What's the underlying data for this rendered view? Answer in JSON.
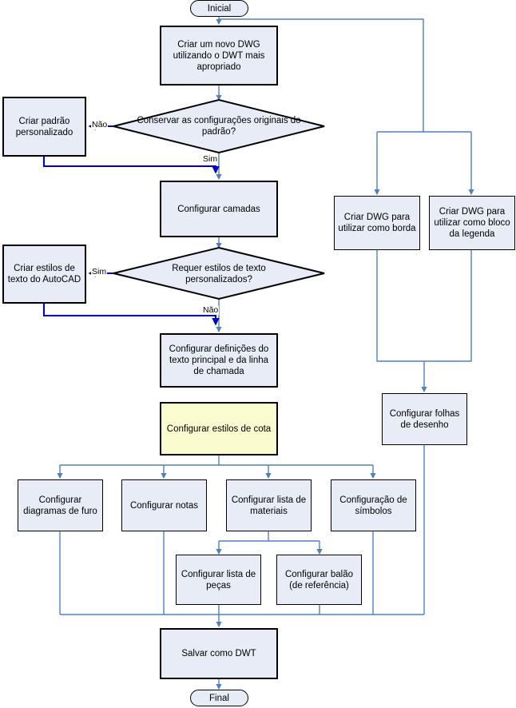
{
  "diagram": {
    "title": "Fluxo de criacao de DWT AutoCAD",
    "colors": {
      "node_fill": "#e8ecf6",
      "node_highlight_fill": "#fbfbd0",
      "node_border": "#000000",
      "connector_blue": "#4f81bd",
      "connector_bold_blue": "#0000cc",
      "background": "#ffffff"
    },
    "terminators": {
      "start": "Inicial",
      "end": "Final"
    },
    "nodes": {
      "criar_dwg": "Criar um novo DWG utilizando o DWT mais apropriado",
      "criar_padrao": "Criar padrão personalizado",
      "configurar_camadas": "Configurar camadas",
      "criar_estilos_texto": "Criar estilos de texto do AutoCAD",
      "configurar_definicoes": "Configurar definições do texto principal e da linha de chamada",
      "configurar_estilos_cota": "Configurar estilos de cota",
      "criar_dwg_borda": "Criar DWG para utilizar como borda",
      "criar_dwg_legenda": "Criar DWG para utilizar como bloco da legenda",
      "configurar_folhas": "Configurar folhas de desenho",
      "configurar_diagramas_furo": "Configurar diagramas de furo",
      "configurar_notas": "Configurar notas",
      "configurar_lista_materiais": "Configurar lista de materiais",
      "configuracao_simbolos": "Configuração de símbolos",
      "configurar_lista_pecas": "Configurar lista de peças",
      "configurar_balao": "Configurar balão (de referência)",
      "salvar_dwt": "Salvar como DWT"
    },
    "decisions": {
      "conservar": "Conservar as configurações originais do padrão?",
      "requer_estilos": "Requer estilos de texto personalizados?"
    },
    "edge_labels": {
      "conservar_nao": "Não",
      "conservar_sim": "Sim",
      "requer_sim": "Sim",
      "requer_nao": "Não"
    }
  }
}
